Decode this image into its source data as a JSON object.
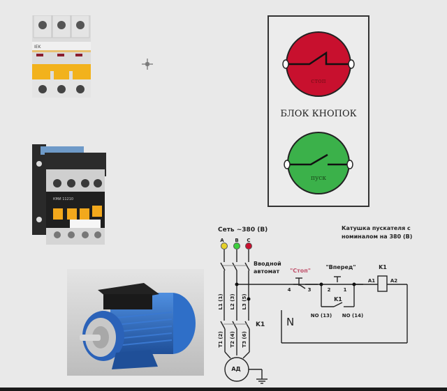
{
  "images": {
    "breaker": {
      "label": "3-pole circuit breaker",
      "brand_text": "IEK"
    },
    "contactor": {
      "label": "Magnetic contactor",
      "model_text": "КМИ 11210"
    },
    "motor": {
      "label": "Asynchronous electric motor"
    }
  },
  "button_block": {
    "title": "БЛОК КНОПОК",
    "stop_label": "стоп",
    "start_label": "пуск",
    "stop_color": "#c8102e",
    "start_color": "#3bb14a"
  },
  "schematic": {
    "supply_label": "Сеть ~380 (В)",
    "phases": [
      {
        "name": "A",
        "color": "#e6d12a"
      },
      {
        "name": "B",
        "color": "#3ccf3c"
      },
      {
        "name": "C",
        "color": "#c8102e"
      }
    ],
    "breaker_label_line1": "Вводной",
    "breaker_label_line2": "автомат",
    "line_terminals": [
      "L1 (1)",
      "L2 (3)",
      "L3 (5)"
    ],
    "load_terminals": [
      "T1 (2)",
      "T2 (4)",
      "T3 (6)"
    ],
    "contactor_label": "K1",
    "motor_label": "АД",
    "neutral_label": "N",
    "stop_button_label": "\"Стоп\"",
    "stop_pin_left": "4",
    "stop_pin_right": "3",
    "start_button_label": "\"Вперед\"",
    "start_pin_left": "2",
    "start_pin_right": "1",
    "aux_contact_label": "K1",
    "aux_no_left": "NO (13)",
    "aux_no_right": "NO (14)",
    "coil_label": "K1",
    "coil_pin_left": "A1",
    "coil_pin_right": "A2",
    "coil_note_line1": "Катушка пускателя с",
    "coil_note_line2": "номиналом на 380 (В)",
    "stop_label_color": "#c0506a"
  }
}
